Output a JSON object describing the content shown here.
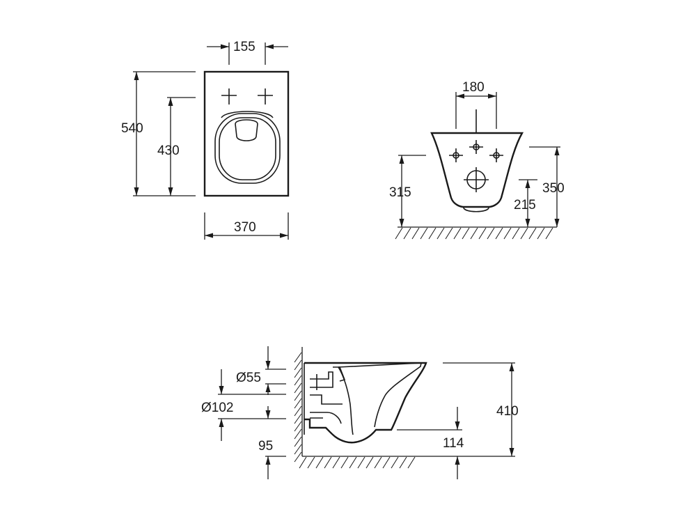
{
  "top_view": {
    "dimensions": {
      "mount_spacing": "155",
      "depth": "540",
      "bowl_depth": "430",
      "width": "370"
    }
  },
  "front_view": {
    "dimensions": {
      "mount_spacing": "180",
      "mount_height": "350",
      "inlet_height": "315",
      "outlet_height": "215"
    }
  },
  "side_view": {
    "dimensions": {
      "inlet_diameter": "Ø55",
      "outlet_diameter": "Ø102",
      "outlet_floor_height": "95",
      "bottom_offset": "114",
      "total_height": "410"
    }
  }
}
